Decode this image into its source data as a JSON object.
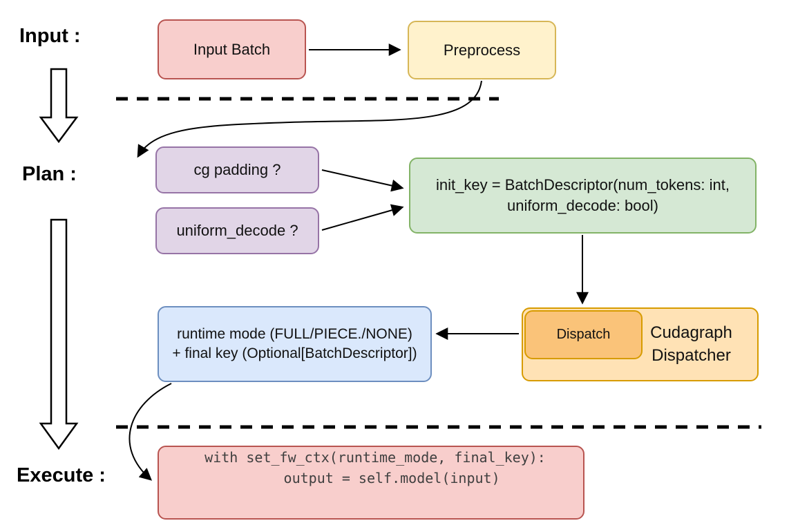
{
  "labels": {
    "input": "Input :",
    "plan": "Plan :",
    "execute": "Execute :"
  },
  "nodes": {
    "input_batch": "Input Batch",
    "preprocess": "Preprocess",
    "cg_padding": "cg padding ?",
    "uniform_decode": "uniform_decode ?",
    "init_key_line1": "init_key = BatchDescriptor(num_tokens: int,",
    "init_key_line2": "uniform_decode: bool)",
    "dispatch": "Dispatch",
    "dispatcher_line1": "Cudagraph",
    "dispatcher_line2": "Dispatcher",
    "runtime_line1": "runtime mode (FULL/PIECE./NONE)",
    "runtime_line2": "+ final key (Optional[BatchDescriptor])",
    "code_line1": "with set_fw_ctx(runtime_mode, final_key):",
    "code_line2": "    output = self.model(input)"
  },
  "colors": {
    "red_fill": "#f8cecc",
    "red_stroke": "#b85450",
    "yellow_fill": "#fff2cc",
    "yellow_stroke": "#d6b656",
    "purple_fill": "#e1d5e7",
    "purple_stroke": "#9673a6",
    "green_fill": "#d5e8d4",
    "green_stroke": "#82b366",
    "blue_fill": "#dae8fc",
    "blue_stroke": "#6c8ebf",
    "orange_fill": "#ffe2b5",
    "orange_inner_fill": "#fac379",
    "orange_stroke": "#d79b00",
    "arrow": "#000000"
  }
}
